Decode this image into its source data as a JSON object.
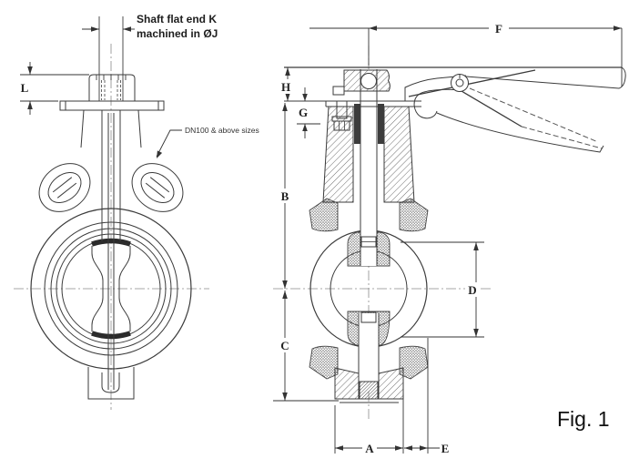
{
  "figure": {
    "caption": "Fig. 1",
    "annotations": {
      "shaft_note_line1": "Shaft flat end K",
      "shaft_note_line2": "machined in ØJ",
      "dn_note": "DN100 & above sizes"
    },
    "dimension_labels": {
      "L": "L",
      "H": "H",
      "G": "G",
      "B": "B",
      "C": "C",
      "D": "D",
      "F": "F",
      "A": "A",
      "E": "E"
    },
    "colors": {
      "line": "#3b3b3b",
      "background": "#ffffff",
      "centerline": "#8a8a8a",
      "hatch": "#4a4a4a"
    }
  }
}
